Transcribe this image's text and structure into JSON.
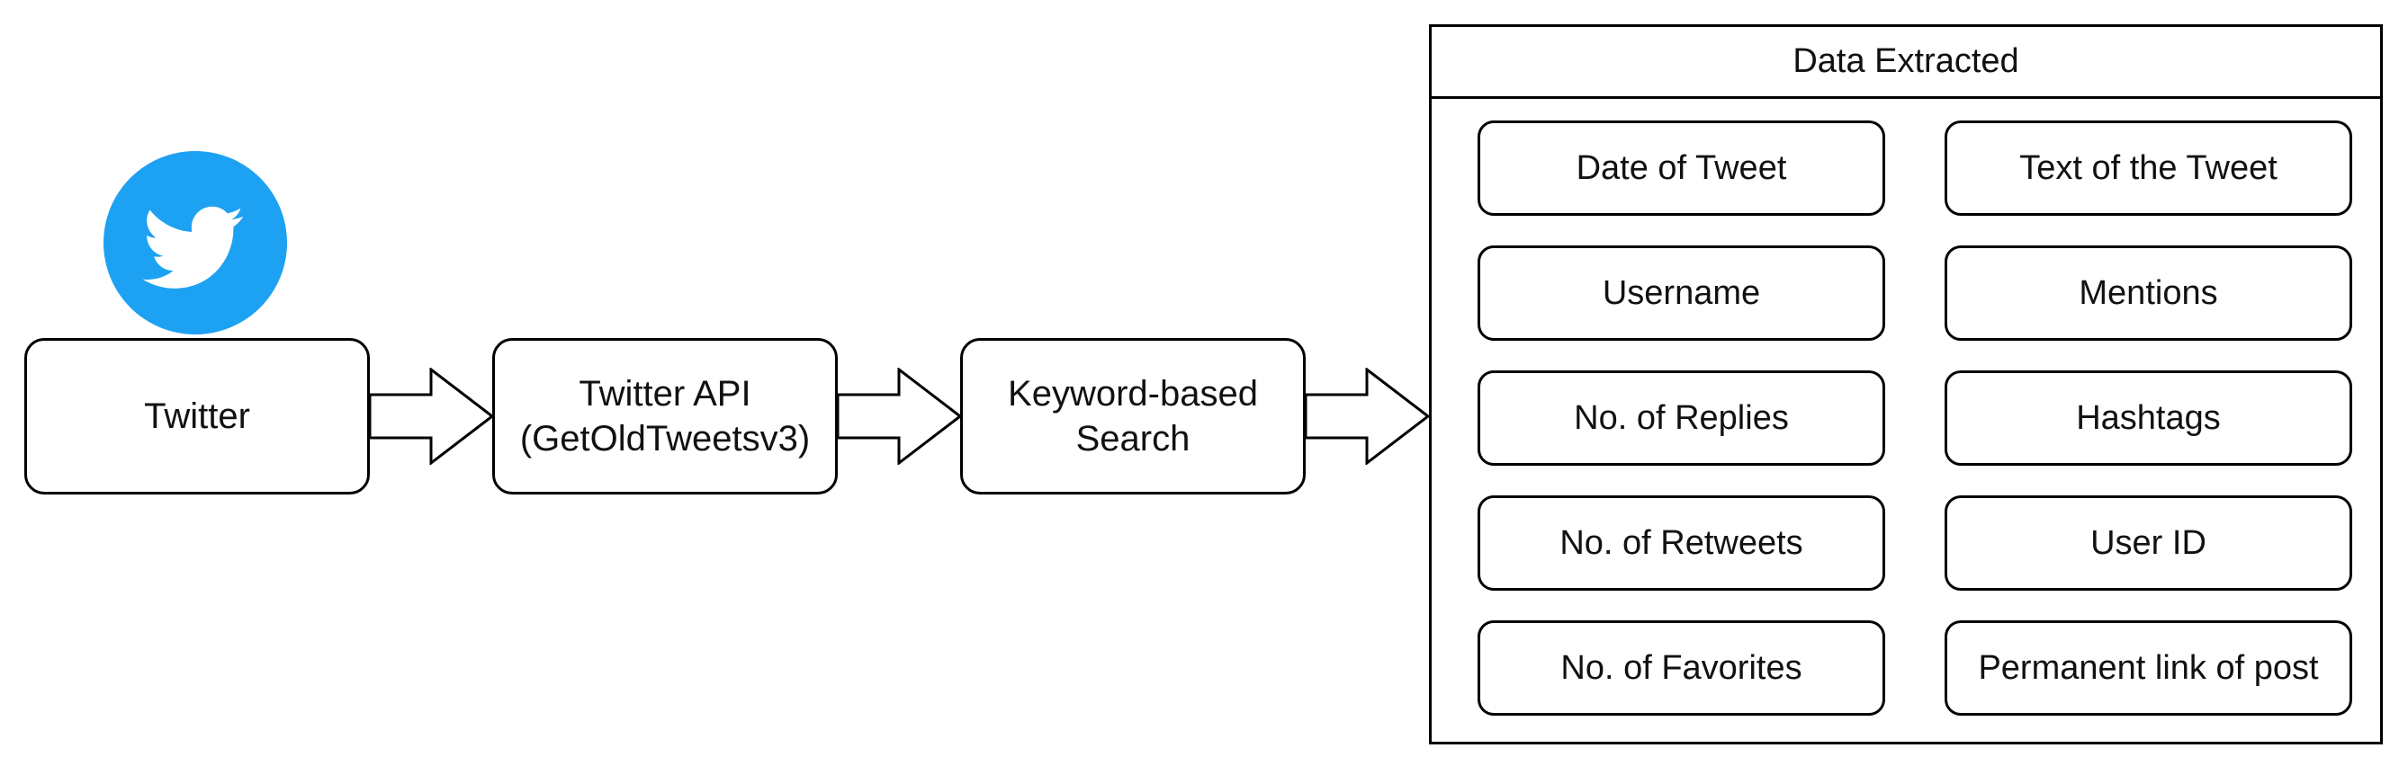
{
  "logo": {
    "icon": "twitter-bird-icon",
    "circle_color": "#1DA1F2"
  },
  "flow": {
    "source_label": "Twitter",
    "api_label": "Twitter API\n(GetOldTweetsv3)",
    "search_label": "Keyword-based\nSearch"
  },
  "data_extracted": {
    "title": "Data Extracted",
    "fields": [
      "Date of Tweet",
      "Text of the Tweet",
      "Username",
      "Mentions",
      "No. of Replies",
      "Hashtags",
      "No. of Retweets",
      "User ID",
      "No. of Favorites",
      "Permanent link of post"
    ]
  }
}
